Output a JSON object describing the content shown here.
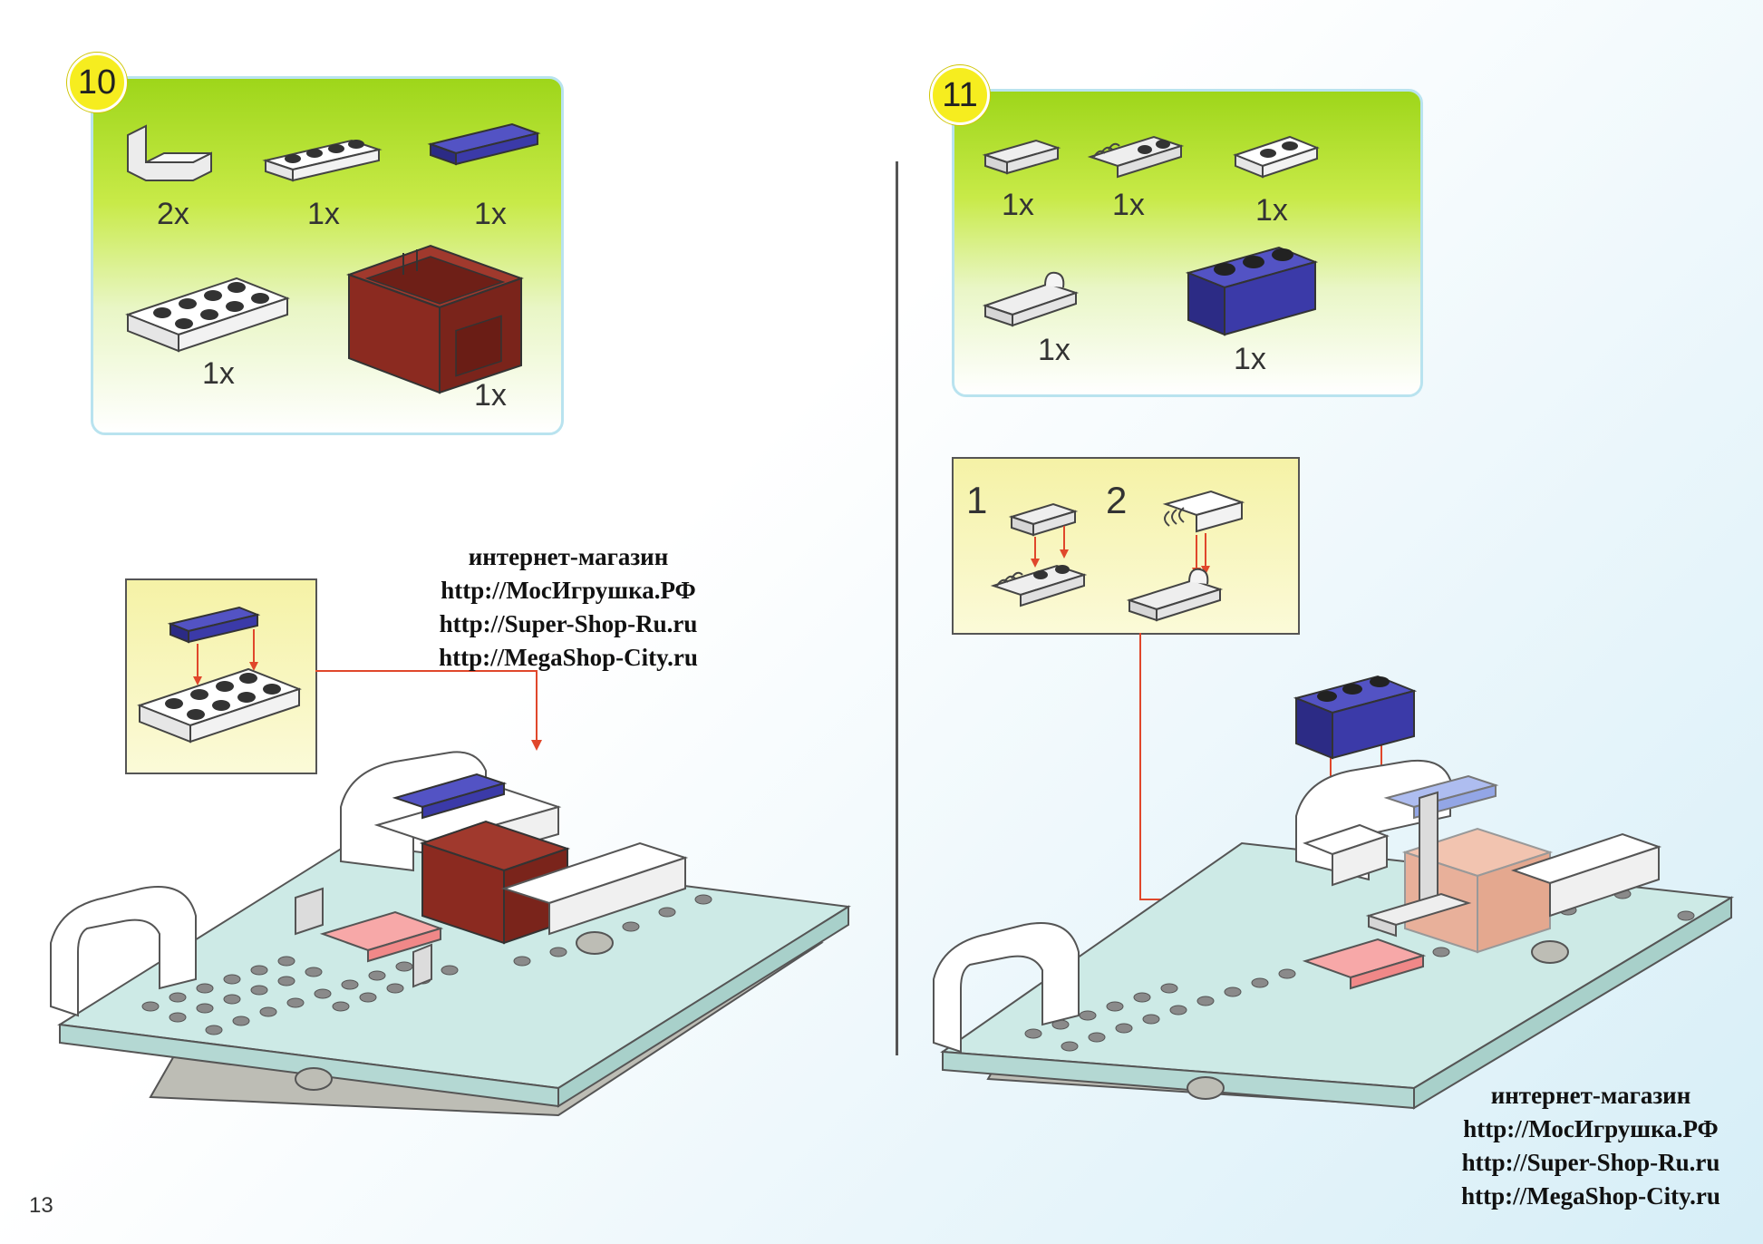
{
  "page_number": "13",
  "step10": {
    "number": "10",
    "parts": [
      {
        "qty": "2x",
        "color": "#e8e8e8"
      },
      {
        "qty": "1x",
        "color": "#ffffff"
      },
      {
        "qty": "1x",
        "color": "#3b3aa8"
      },
      {
        "qty": "1x",
        "color": "#ffffff"
      },
      {
        "qty": "1x",
        "color": "#8b2a20"
      }
    ]
  },
  "step11": {
    "number": "11",
    "parts": [
      {
        "qty": "1x",
        "color": "#e0e0e0"
      },
      {
        "qty": "1x",
        "color": "#e0e0e0"
      },
      {
        "qty": "1x",
        "color": "#ffffff"
      },
      {
        "qty": "1x",
        "color": "#dddddd"
      },
      {
        "qty": "1x",
        "color": "#3b3aa8"
      }
    ],
    "substeps": [
      "1",
      "2"
    ]
  },
  "watermark": {
    "line1": "интернет-магазин",
    "line2": "http://МосИгрушка.РФ",
    "line3": "http://Super-Shop-Ru.ru",
    "line4": "http://MegaShop-City.ru"
  },
  "colors": {
    "arrow": "#e0472b",
    "baseplate": "#cdeae6",
    "stud": "#8a8a8a",
    "blue": "#3b3aa8",
    "brown": "#8b2a20",
    "pink": "#f08888"
  }
}
